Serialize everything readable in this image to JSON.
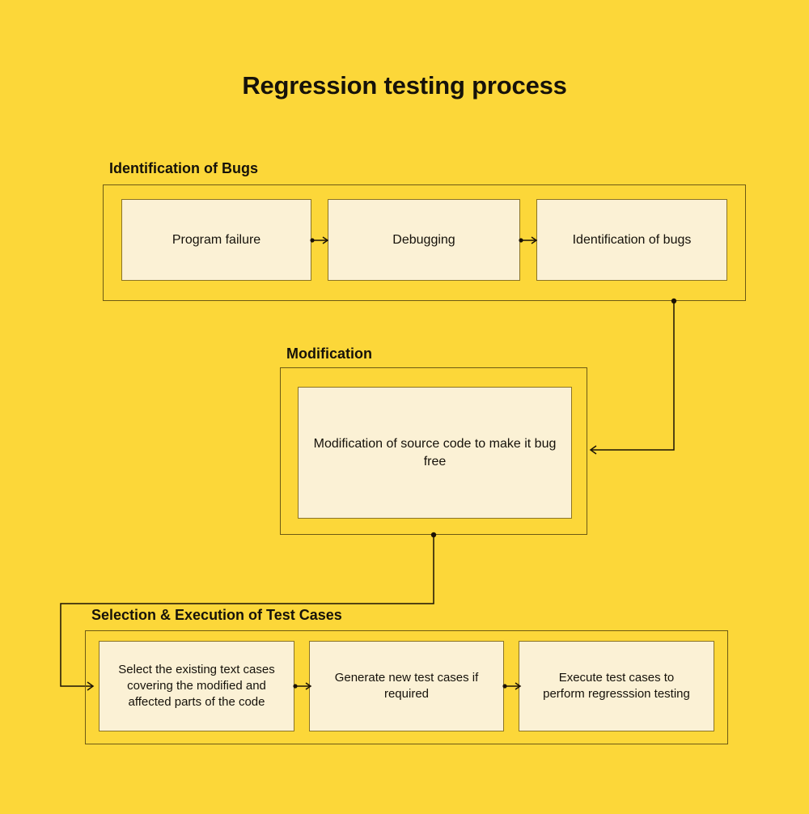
{
  "title": "Regression testing process",
  "colors": {
    "background": "#FCD739",
    "node_fill": "#FBF1D5",
    "node_border": "#8a7326",
    "group_border": "#6d5a14",
    "text": "#16120a",
    "connector": "#1b1206"
  },
  "sections": [
    {
      "id": "identification-of-bugs",
      "label": "Identification of Bugs",
      "nodes": [
        {
          "id": "program-failure",
          "text": "Program failure"
        },
        {
          "id": "debugging",
          "text": "Debugging"
        },
        {
          "id": "identification-of-bugs",
          "text": "Identification of bugs"
        }
      ]
    },
    {
      "id": "modification",
      "label": "Modification",
      "nodes": [
        {
          "id": "modification-of-source-code",
          "text": "Modification of source code to make it bug free"
        }
      ]
    },
    {
      "id": "selection-execution-of-test-cases",
      "label": "Selection & Execution of Test Cases",
      "nodes": [
        {
          "id": "select-existing-text-cases",
          "text": "Select the existing text cases covering the modified and affected parts of the code"
        },
        {
          "id": "generate-new-test-cases",
          "text": "Generate new test cases if required"
        },
        {
          "id": "execute-test-cases",
          "text": "Execute test cases to perform regresssion testing"
        }
      ]
    }
  ],
  "connectors": [
    {
      "id": "program-failure-to-debugging",
      "from": "program-failure",
      "to": "debugging"
    },
    {
      "id": "debugging-to-identification-of-bugs",
      "from": "debugging",
      "to": "identification-of-bugs"
    },
    {
      "id": "bugs-section-to-modification-section",
      "from": "identification-of-bugs-section",
      "to": "modification-section"
    },
    {
      "id": "modification-section-to-test-cases-section",
      "from": "modification-section",
      "to": "select-existing-text-cases"
    },
    {
      "id": "select-to-generate",
      "from": "select-existing-text-cases",
      "to": "generate-new-test-cases"
    },
    {
      "id": "generate-to-execute",
      "from": "generate-new-test-cases",
      "to": "execute-test-cases"
    }
  ]
}
